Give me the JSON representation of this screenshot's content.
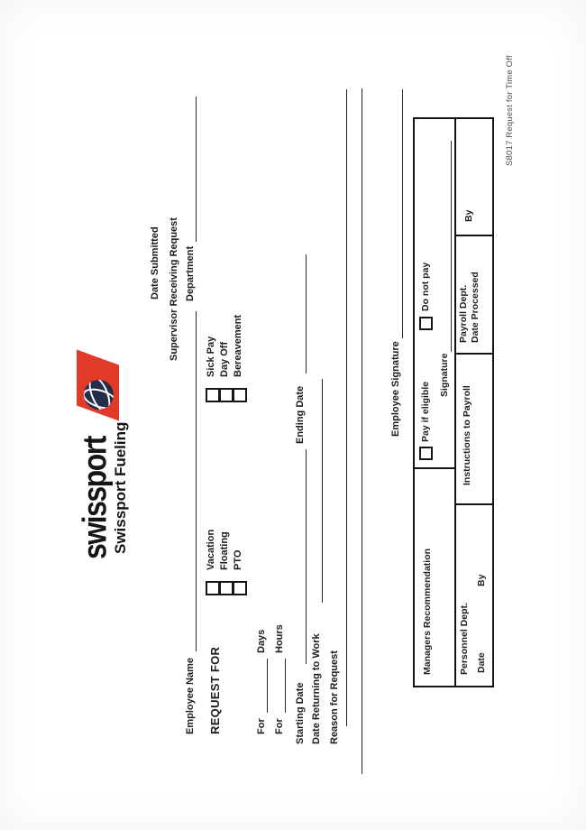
{
  "brand": {
    "wordmark": "swissport",
    "subtitle": "Swissport Fueling",
    "logo_red": "#e23a28",
    "globe_navy": "#232e4b"
  },
  "fields": {
    "date_submitted": "Date Submitted",
    "supervisor_receiving": "Supervisor Receiving Request",
    "employee_name": "Employee Name",
    "department": "Department"
  },
  "request_for": {
    "label": "REQUEST FOR",
    "options_col1": [
      {
        "label": "Vacation",
        "checked": false
      },
      {
        "label": "Floating",
        "checked": false
      },
      {
        "label": "PTO",
        "checked": false
      }
    ],
    "options_col2": [
      {
        "label": "Sick Pay",
        "checked": false
      },
      {
        "label": "Day Off",
        "checked": false
      },
      {
        "label": "Bereavement",
        "checked": false
      }
    ]
  },
  "duration": {
    "for_days": "For",
    "days": "Days",
    "for_hours": "For",
    "hours": "Hours"
  },
  "dates": {
    "starting": "Starting Date",
    "ending": "Ending Date",
    "returning": "Date Returning to Work",
    "reason": "Reason for Request"
  },
  "signature": {
    "employee": "Employee Signature"
  },
  "table": {
    "managers_recommendation": "Managers Recommendation",
    "pay_if_eligible": "Pay if eligible",
    "do_not_pay": "Do not pay",
    "signature": "Signature",
    "personnel_dept": "Personnel Dept.",
    "date": "Date",
    "by_personnel": "By",
    "instructions": "Instructions to Payroll",
    "payroll_dept": "Payroll Dept.",
    "date_processed": "Date Processed",
    "by_payroll": "By"
  },
  "footer": {
    "form_id": "S8017 Request for Time Off"
  }
}
